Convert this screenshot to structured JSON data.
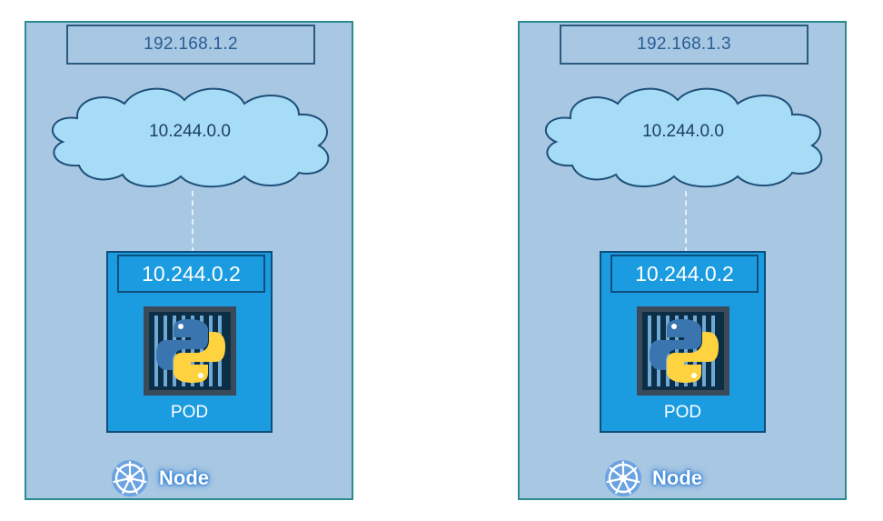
{
  "nodes": [
    {
      "host_ip": "192.168.1.2",
      "network": "10.244.0.0",
      "pod": {
        "ip": "10.244.0.2",
        "label": "POD",
        "image_icon": "python-icon"
      },
      "footer": {
        "icon": "kubernetes-icon",
        "label": "Node"
      }
    },
    {
      "host_ip": "192.168.1.3",
      "network": "10.244.0.0",
      "pod": {
        "ip": "10.244.0.2",
        "label": "POD",
        "image_icon": "python-icon"
      },
      "footer": {
        "icon": "kubernetes-icon",
        "label": "Node"
      }
    }
  ],
  "colors": {
    "node_fill": "#a7c7e2",
    "node_border": "#2b8c8f",
    "cloud_fill": "#a6dcf5",
    "cloud_stroke": "#1f4f7a",
    "pod_fill": "#1b9be0",
    "pod_border": "#0e4e7c",
    "python_blue": "#3a75b0",
    "python_yellow": "#ffd23f"
  }
}
